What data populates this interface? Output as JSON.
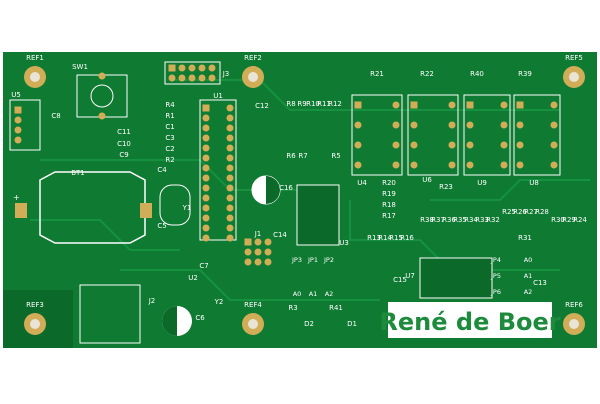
{
  "colors": {
    "background": "#ffffff",
    "board": "#0f7a32",
    "board_dark": "#0b6a2a",
    "trace": "#169140",
    "pad": "#d2ad57",
    "hole": "#e9e4d6",
    "silk": "#ffffff",
    "logo_text": "#1d8a3c"
  },
  "logo": {
    "text": "René de Boer"
  },
  "mounting_holes": [
    "REF1",
    "REF2",
    "REF3",
    "REF4",
    "REF5",
    "REF6"
  ],
  "jumper_labels": {
    "JP3": "JP3",
    "JP1": "JP1",
    "JP2": "JP2",
    "JP4": "JP4",
    "JP5": "JP5",
    "JP6": "JP6",
    "A0a": "A0",
    "A1a": "A1",
    "A2a": "A2",
    "A0b": "A0",
    "A1b": "A1",
    "A2b": "A2"
  },
  "components": {
    "SW1": "SW1",
    "U5": "U5",
    "C8": "C8",
    "J3": "J3",
    "U1": "U1",
    "R4": "R4",
    "R1": "R1",
    "C1": "C1",
    "C3": "C3",
    "C2": "C2",
    "R2": "R2",
    "C11": "C11",
    "C10": "C10",
    "C9": "C9",
    "C12": "C12",
    "R8": "R8",
    "R9": "R9",
    "R10": "R10",
    "R11": "R11",
    "R12": "R12",
    "R6": "R6",
    "R7": "R7",
    "R5": "R5",
    "R21": "R21",
    "R22": "R22",
    "R40": "R40",
    "R39": "R39",
    "BT1": "BT1",
    "C4": "C4",
    "Y1": "Y1",
    "C5": "C5",
    "C16": "C16",
    "U4": "U4",
    "U6": "U6",
    "U9": "U9",
    "U8": "U8",
    "R20": "R20",
    "R19": "R19",
    "R18": "R18",
    "R17": "R17",
    "R23": "R23",
    "R38": "R38",
    "R37": "R37",
    "R36": "R36",
    "R35": "R35",
    "R34": "R34",
    "R33": "R33",
    "R32": "R32",
    "R25": "R25",
    "R26": "R26",
    "R27": "R27",
    "R28": "R28",
    "R30": "R30",
    "R29": "R29",
    "R24": "R24",
    "R31": "R31",
    "R13": "R13",
    "R14": "R14",
    "R15": "R15",
    "R16": "R16",
    "J1": "J1",
    "C14": "C14",
    "U3": "U3",
    "U7": "U7",
    "C15": "C15",
    "C13": "C13",
    "C7": "C7",
    "U2": "U2",
    "Y2": "Y2",
    "J2": "J2",
    "C6": "C6",
    "R3": "R3",
    "R41": "R41",
    "D2": "D2",
    "D1": "D1"
  }
}
